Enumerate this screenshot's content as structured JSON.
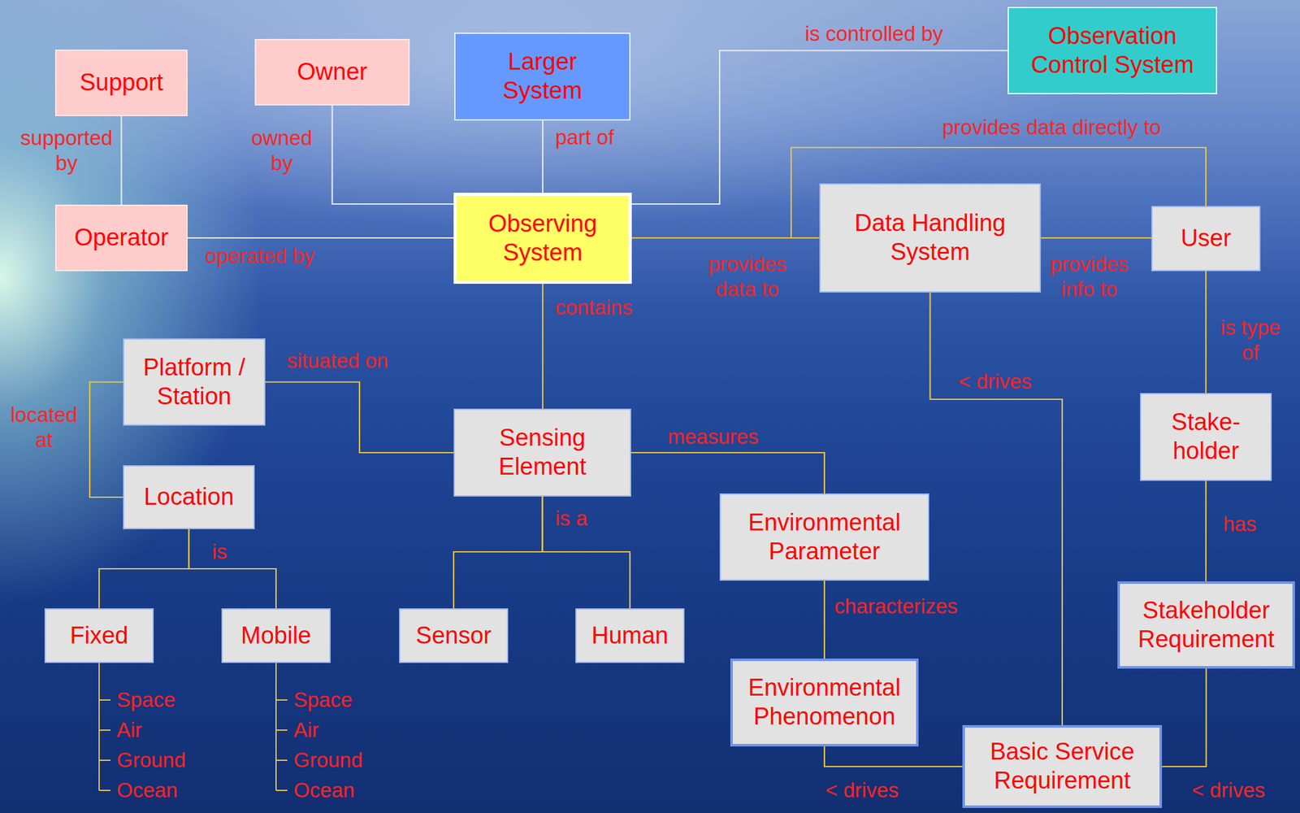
{
  "diagram": {
    "nodes": [
      {
        "text": [
          "Support"
        ]
      },
      {
        "text": [
          "Owner"
        ]
      },
      {
        "text": [
          "Larger System"
        ]
      },
      {
        "text": [
          "Observation Control System"
        ]
      },
      {
        "text": [
          "Operator"
        ]
      },
      {
        "text": [
          "Observing System"
        ]
      },
      {
        "text": [
          "Data Handling System"
        ]
      },
      {
        "text": [
          "User"
        ]
      },
      {
        "text": [
          "Platform / Station"
        ]
      },
      {
        "text": [
          "Sensing Element"
        ]
      },
      {
        "text": [
          "Stake- holder"
        ]
      },
      {
        "text": [
          "Location"
        ]
      },
      {
        "text": [
          "Environmental Parameter"
        ]
      },
      {
        "text": [
          "Stakeholder Requirement"
        ]
      },
      {
        "text": [
          "Fixed"
        ]
      },
      {
        "text": [
          "Mobile"
        ]
      },
      {
        "text": [
          "Sensor"
        ]
      },
      {
        "text": [
          "Human"
        ]
      },
      {
        "text": [
          "Environmental Phenomenon"
        ]
      },
      {
        "text": [
          "Basic Service Requirement"
        ]
      }
    ],
    "edges": [
      {
        "from": 4,
        "to": 0,
        "label": "supported by",
        "arrow": "none"
      },
      {
        "from": 5,
        "to": 1,
        "label": "owned by",
        "arrow": "none"
      },
      {
        "from": 5,
        "to": 2,
        "label": "part of",
        "arrow": "none"
      },
      {
        "from": 5,
        "to": 3,
        "label": "is controlled by",
        "arrow": "none"
      },
      {
        "from": 5,
        "to": 4,
        "label": "operated by",
        "arrow": "none"
      },
      {
        "from": 5,
        "to": 6,
        "label": "provides data to",
        "arrow": "none"
      },
      {
        "from": 5,
        "to": 7,
        "label": "provides data directly to",
        "arrow": "none"
      },
      {
        "from": 6,
        "to": 7,
        "label": "provides info to",
        "arrow": "none"
      },
      {
        "from": 5,
        "to": 9,
        "label": "contains",
        "arrow": "none"
      },
      {
        "from": 9,
        "to": 8,
        "label": "situated on",
        "arrow": "none"
      },
      {
        "from": 8,
        "to": 11,
        "label": "located at",
        "arrow": "none"
      },
      {
        "from": 11,
        "to": 14,
        "label": "is",
        "arrow": "none"
      },
      {
        "from": 11,
        "to": 15,
        "arrow": "none"
      },
      {
        "from": 9,
        "to": 16,
        "label": "is a",
        "arrow": "none"
      },
      {
        "from": 9,
        "to": 17,
        "arrow": "none"
      },
      {
        "from": 9,
        "to": 12,
        "label": "measures",
        "arrow": "none"
      },
      {
        "from": 12,
        "to": 18,
        "label": "characterizes",
        "arrow": "none"
      },
      {
        "from": 18,
        "to": 19,
        "label": "< drives",
        "arrow": "none"
      },
      {
        "from": 6,
        "to": 19,
        "label": "< drives",
        "arrow": "none"
      },
      {
        "from": 7,
        "to": 10,
        "label": "is type of",
        "arrow": "none"
      },
      {
        "from": 10,
        "to": 13,
        "label": "has",
        "arrow": "none"
      },
      {
        "from": 13,
        "to": 19,
        "label": "< drives",
        "arrow": "none"
      }
    ],
    "labels": [
      "Space",
      "Air",
      "Ground",
      "Ocean",
      "Space",
      "Air",
      "Ground",
      "Ocean"
    ]
  }
}
